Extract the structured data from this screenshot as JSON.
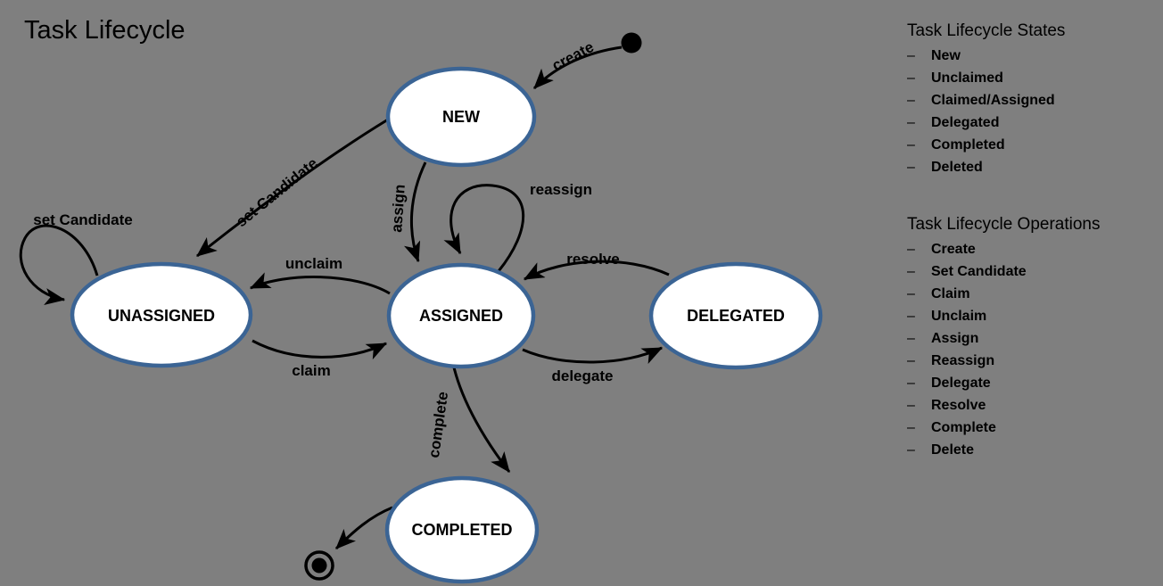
{
  "title": "Task Lifecycle",
  "colors": {
    "background": "#7F7F7F",
    "node_fill": "#FFFFFF",
    "node_border": "#3B6494",
    "line": "#000000",
    "text": "#000000"
  },
  "diagram": {
    "states": [
      {
        "id": "new",
        "label": "NEW"
      },
      {
        "id": "unassigned",
        "label": "UNASSIGNED"
      },
      {
        "id": "assigned",
        "label": "ASSIGNED"
      },
      {
        "id": "delegated",
        "label": "DELEGATED"
      },
      {
        "id": "completed",
        "label": "COMPLETED"
      }
    ],
    "initial_marker": "filled-dot",
    "final_marker": "bullseye",
    "transitions": [
      {
        "label": "create",
        "from": "initial",
        "to": "NEW"
      },
      {
        "label": "set Candidate",
        "from": "NEW",
        "to": "UNASSIGNED"
      },
      {
        "label": "set Candidate",
        "from": "UNASSIGNED",
        "to": "UNASSIGNED"
      },
      {
        "label": "assign",
        "from": "NEW",
        "to": "ASSIGNED"
      },
      {
        "label": "reassign",
        "from": "ASSIGNED",
        "to": "ASSIGNED"
      },
      {
        "label": "unclaim",
        "from": "ASSIGNED",
        "to": "UNASSIGNED"
      },
      {
        "label": "claim",
        "from": "UNASSIGNED",
        "to": "ASSIGNED"
      },
      {
        "label": "resolve",
        "from": "DELEGATED",
        "to": "ASSIGNED"
      },
      {
        "label": "delegate",
        "from": "ASSIGNED",
        "to": "DELEGATED"
      },
      {
        "label": "complete",
        "from": "ASSIGNED",
        "to": "COMPLETED"
      },
      {
        "label": "",
        "from": "COMPLETED",
        "to": "final"
      }
    ]
  },
  "legend": {
    "bullet": "–",
    "states": {
      "header": "Task Lifecycle States",
      "items": [
        "New",
        "Unclaimed",
        "Claimed/Assigned",
        "Delegated",
        "Completed",
        "Deleted"
      ]
    },
    "operations": {
      "header": "Task Lifecycle Operations",
      "items": [
        "Create",
        "Set Candidate",
        "Claim",
        "Unclaim",
        "Assign",
        "Reassign",
        "Delegate",
        "Resolve",
        "Complete",
        "Delete"
      ]
    }
  }
}
